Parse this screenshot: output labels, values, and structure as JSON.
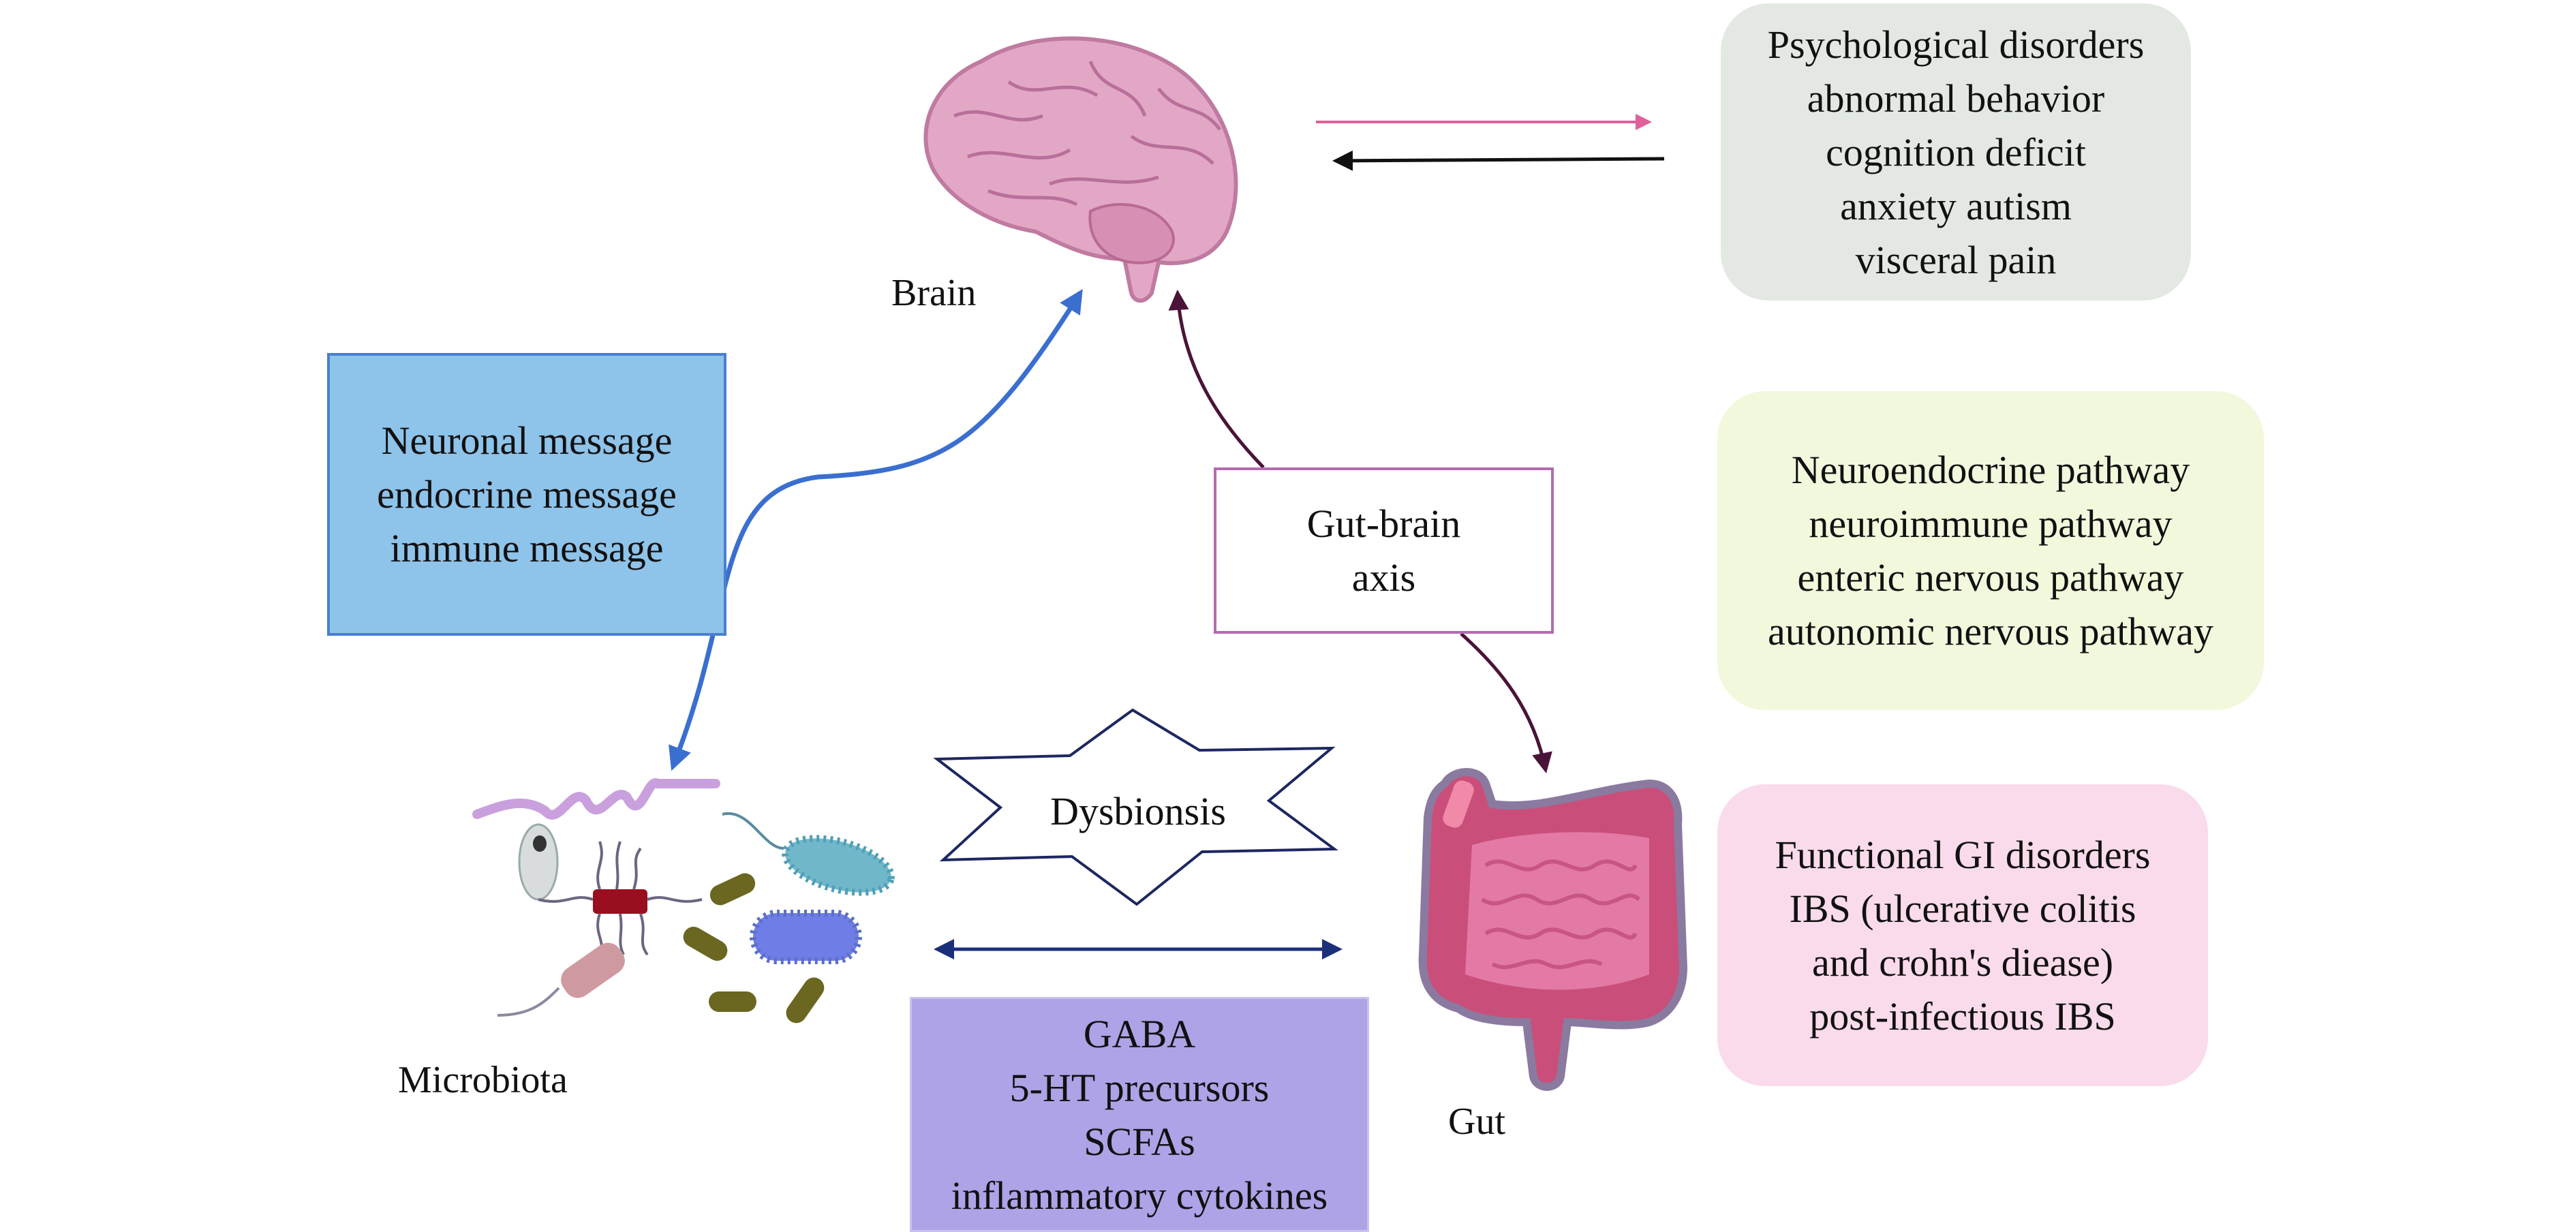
{
  "diagram": {
    "title": "Gut-brain axis",
    "nodes": {
      "brain": {
        "label": "Brain"
      },
      "microbiota": {
        "label": "Microbiota"
      },
      "gut": {
        "label": "Gut"
      }
    },
    "boxes": {
      "psychological": {
        "lines": [
          "Psychological disorders",
          "abnormal behavior",
          "cognition deficit",
          "anxiety autism",
          "visceral pain"
        ],
        "color": "#e3e8e3"
      },
      "messages": {
        "lines": [
          "Neuronal message",
          "endocrine message",
          "immune message"
        ],
        "color": "#8ec3ea",
        "border_color": "#4a7fd0"
      },
      "gut_brain_axis": {
        "lines": [
          "Gut-brain",
          "axis"
        ],
        "color": "#ffffff",
        "border_color": "#b36bb0"
      },
      "pathways": {
        "lines": [
          "Neuroendocrine pathway",
          "neuroimmune pathway",
          "enteric nervous pathway",
          "autonomic nervous pathway"
        ],
        "color": "#f1f8dc"
      },
      "gi_disorders": {
        "lines": [
          "Functional GI disorders",
          "IBS (ulcerative colitis",
          "and crohn's diease)",
          "post-infectious IBS"
        ],
        "color": "#fadbeb"
      },
      "metabolites": {
        "lines": [
          "GABA",
          "5-HT precursors",
          "SCFAs",
          "inflammatory cytokines"
        ],
        "color": "#ada3e6"
      },
      "dysbiosis": {
        "lines": [
          "Dysbionsis"
        ]
      }
    },
    "arrows": {
      "brain_to_disorders": {
        "color": "#e0609a"
      },
      "disorders_to_brain": {
        "color": "#111111"
      },
      "microbiota_brain": {
        "color": "#3a6fd0"
      },
      "axis_arrows": {
        "color": "#4a1438"
      },
      "microbiota_gut": {
        "color": "#1b2f7a"
      }
    }
  }
}
